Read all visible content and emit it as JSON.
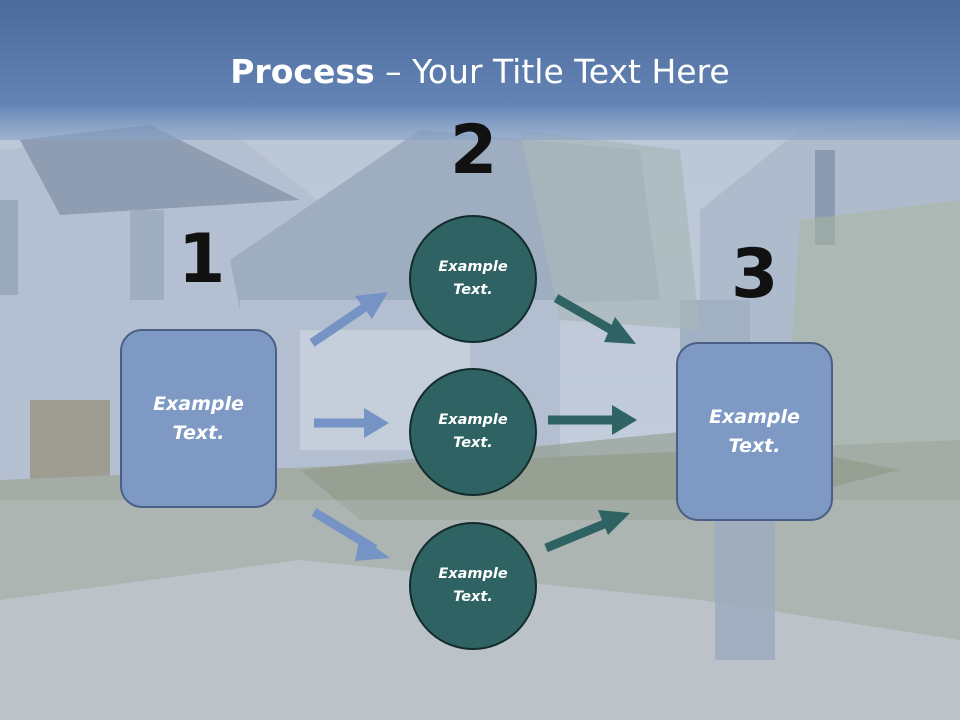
{
  "title": {
    "bold": "Process",
    "rest": " – Your Title Text Here"
  },
  "steps": [
    {
      "number": "1",
      "boxes": [
        {
          "line1": "Example",
          "line2": "Text."
        }
      ]
    },
    {
      "number": "2",
      "boxes": [
        {
          "line1": "Example",
          "line2": "Text."
        },
        {
          "line1": "Example",
          "line2": "Text."
        },
        {
          "line1": "Example",
          "line2": "Text."
        }
      ]
    },
    {
      "number": "3",
      "boxes": [
        {
          "line1": "Example",
          "line2": "Text."
        }
      ]
    }
  ],
  "colors": {
    "header": "#5678a8",
    "box_fill": "#7e9ac4",
    "circle_fill": "#2f6363",
    "arrow_blue": "#7593c4",
    "arrow_teal": "#2f6363"
  }
}
